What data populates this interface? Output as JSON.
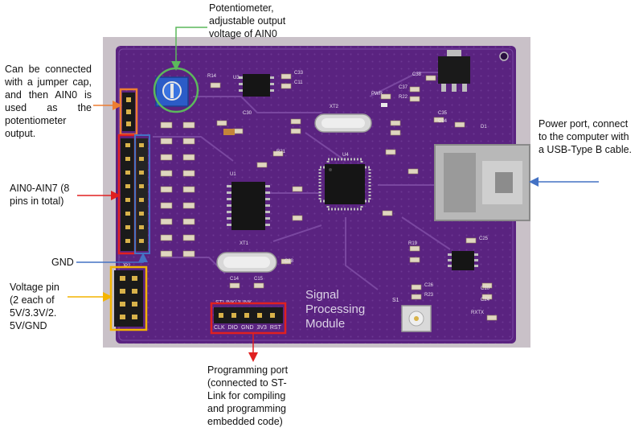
{
  "annotations": {
    "potentiometer": [
      "Potentiometer,",
      "adjustable output",
      "voltage of AIN0"
    ],
    "jumper": [
      "Can be connected",
      "with a jumper cap,",
      "and then AIN0 is",
      "used as the",
      "potentiometer",
      "output."
    ],
    "ain": [
      "AIN0-AIN7 (8",
      "pins in total)"
    ],
    "gnd": "GND",
    "voltage": [
      "Voltage pin",
      "(2 each of",
      "5V/3.3V/2.",
      "5V/GND"
    ],
    "power": [
      "Power port, connect",
      "to the computer with",
      "a USB-Type B cable."
    ],
    "programming": [
      "Programming port",
      "(connected to ST-",
      "Link for compiling",
      "and programming",
      "embedded code)"
    ]
  },
  "board": {
    "title_lines": [
      "Signal",
      "Processing",
      "Module"
    ],
    "header_label": "STLINK/JLINK",
    "pin_labels": "CLK DIO GND 3V3 RST",
    "button_label": "S1",
    "comp_labels": {
      "r14": "R14",
      "u3": "U3",
      "c33": "C33",
      "c11": "C11",
      "c38": "C38",
      "c37": "C37",
      "r22": "R22",
      "pwr": "PWR",
      "xt2": "XT2",
      "c35": "C35",
      "c34": "C34",
      "d1": "D1",
      "u4": "U4",
      "u1": "U1",
      "xt1": "XT1",
      "c28": "C28",
      "c14": "C14",
      "c15": "C15",
      "c25": "C25",
      "r19": "R19",
      "c26": "C26",
      "r23": "R23",
      "c10": "C10",
      "c24": "C24",
      "rx": "RXTX",
      "jp2": "JP2",
      "c30": "C30",
      "r21": "R21"
    }
  },
  "colors": {
    "pcb": "#5a2380",
    "arrow_green": "#5cb85c",
    "arrow_orange": "#ed7d31",
    "arrow_red": "#e02020",
    "arrow_blue": "#4472c4",
    "arrow_yellow": "#f4b400"
  }
}
